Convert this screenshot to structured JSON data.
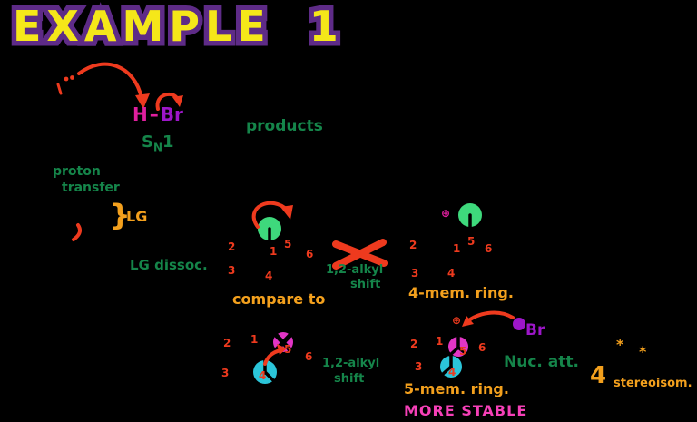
{
  "title": {
    "word": "EXAMPLE",
    "number": "1"
  },
  "reagent": {
    "h": "H",
    "bond": "–",
    "br": "Br"
  },
  "labels": {
    "sn1_s": "S",
    "sn1_sub": "N",
    "sn1_rest": "1",
    "products": "products",
    "proton_transfer_line1": "proton",
    "proton_transfer_line2": "transfer",
    "lg_brace": "}",
    "lg": "LG",
    "lg_dissoc": "LG dissoc.",
    "crossed_shift_line1": "1,2-alkyl",
    "crossed_shift_line2": "shift",
    "compare_to": "compare to",
    "four_mem_ring": "4-mem. ring.",
    "alkyl_shift_line1": "1,2-alkyl",
    "alkyl_shift_line2": "shift",
    "five_mem_ring": "5-mem. ring.",
    "more_stable": "MORE STABLE",
    "nuc_att": "Nuc. att.",
    "stereo_count": "4",
    "stereo_label": "stereoisom.",
    "asterisk": "*",
    "br_nucleophile": "Br",
    "plus_charge": "⊕"
  },
  "carbon_numbers": {
    "c1": "1",
    "c2": "2",
    "c3": "3",
    "c4": "4",
    "c5": "5",
    "c6": "6"
  },
  "colors": {
    "background": "#000000",
    "title_fill": "#f5e719",
    "title_outline": "#5e2b87",
    "arrow_red": "#ee3a1e",
    "text_green": "#15854a",
    "text_orange": "#f3a01d",
    "magenta": "#e01f9e",
    "purple": "#9d16c9",
    "highlight_green": "#3ed97c",
    "highlight_cyan": "#2bc5d9",
    "highlight_magenta": "#e235c5",
    "stable_pink": "#f640b8"
  }
}
